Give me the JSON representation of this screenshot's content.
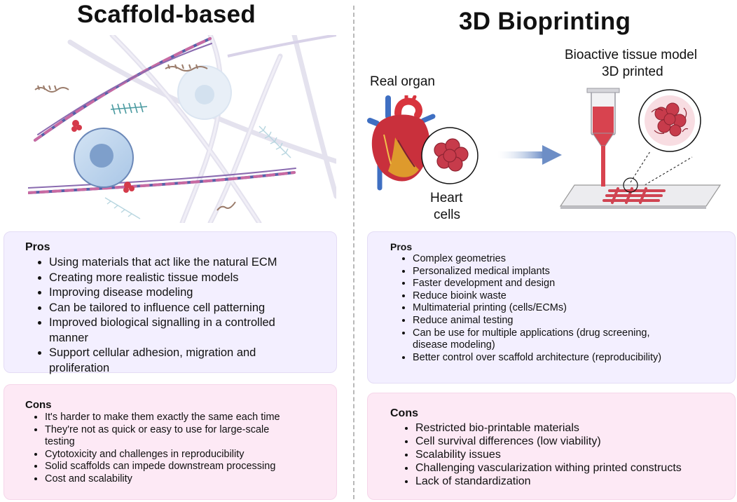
{
  "left": {
    "title": "Scaffold-based",
    "pros": {
      "heading": "Pros",
      "items": [
        "Using materials that act like the natural ECM",
        "Creating more realistic tissue models",
        "Improving disease modeling",
        "Can be tailored to influence cell patterning",
        "Improved biological signalling in a controlled manner",
        "Support cellular adhesion, migration and proliferation"
      ]
    },
    "cons": {
      "heading": "Cons",
      "items": [
        "It's harder to make them exactly the same each time",
        "They're not as quick or easy to use for large-scale testing",
        "Cytotoxicity and challenges in reproducibility",
        "Solid scaffolds can impede downstream processing",
        "Cost and scalability"
      ]
    }
  },
  "right": {
    "title": "3D Bioprinting",
    "labels": {
      "real_organ": "Real organ",
      "heart_cells_line1": "Heart",
      "heart_cells_line2": "cells",
      "model_line1": "Bioactive tissue model",
      "model_line2": "3D printed"
    },
    "pros": {
      "heading": "Pros",
      "items": [
        "Complex geometries",
        "Personalized medical implants",
        "Faster development and design",
        "Reduce bioink waste",
        "Multimaterial printing (cells/ECMs)",
        "Reduce animal testing",
        "Can be use for multiple applications (drug screening, disease modeling)",
        "Better control over scaffold architecture (reproducibility)"
      ]
    },
    "cons": {
      "heading": "Cons",
      "items": [
        "Restricted bio-printable materials",
        "Cell survival differences (low viability)",
        "Scalability issues",
        "Challenging vascularization  withing printed constructs",
        "Lack of standardization"
      ]
    }
  },
  "colors": {
    "pros_box": "#f3efff",
    "cons_box": "#fde9f5",
    "fiber_pink": "#c86aa2",
    "fiber_blue": "#5560a8",
    "cell_blue": "#b9d3ec",
    "tissue_red": "#cf3a4c",
    "arrow_blue": "#6d8ec6"
  }
}
